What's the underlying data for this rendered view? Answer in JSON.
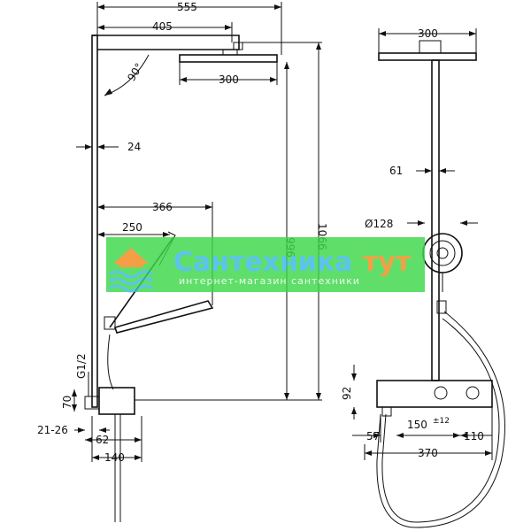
{
  "dimensions": {
    "d555": "555",
    "d405": "405",
    "d90": "90°",
    "d300_front": "300",
    "d24": "24",
    "d366": "366",
    "d250": "250",
    "d996": "996",
    "d1066": "1066",
    "dG12": "G1/2",
    "d70": "70",
    "d2126": "21-26",
    "d62": "62",
    "d140": "140",
    "d300_side": "300",
    "d61": "61",
    "d128": "Ø128",
    "d92": "92",
    "d57": "57",
    "d150": "150",
    "d150_tol": "±12",
    "d110": "110",
    "d370": "370"
  },
  "watermark": {
    "brand_main": "Сантехника",
    "brand_accent": "тут",
    "subtitle": "интернет-магазин сантехники",
    "colors": {
      "band": "#3dd94a",
      "brand_text": "#39b8e8",
      "accent_text": "#f28a1e",
      "subtitle_text": "#e9f7ea",
      "logo": "#f28a1e"
    }
  }
}
